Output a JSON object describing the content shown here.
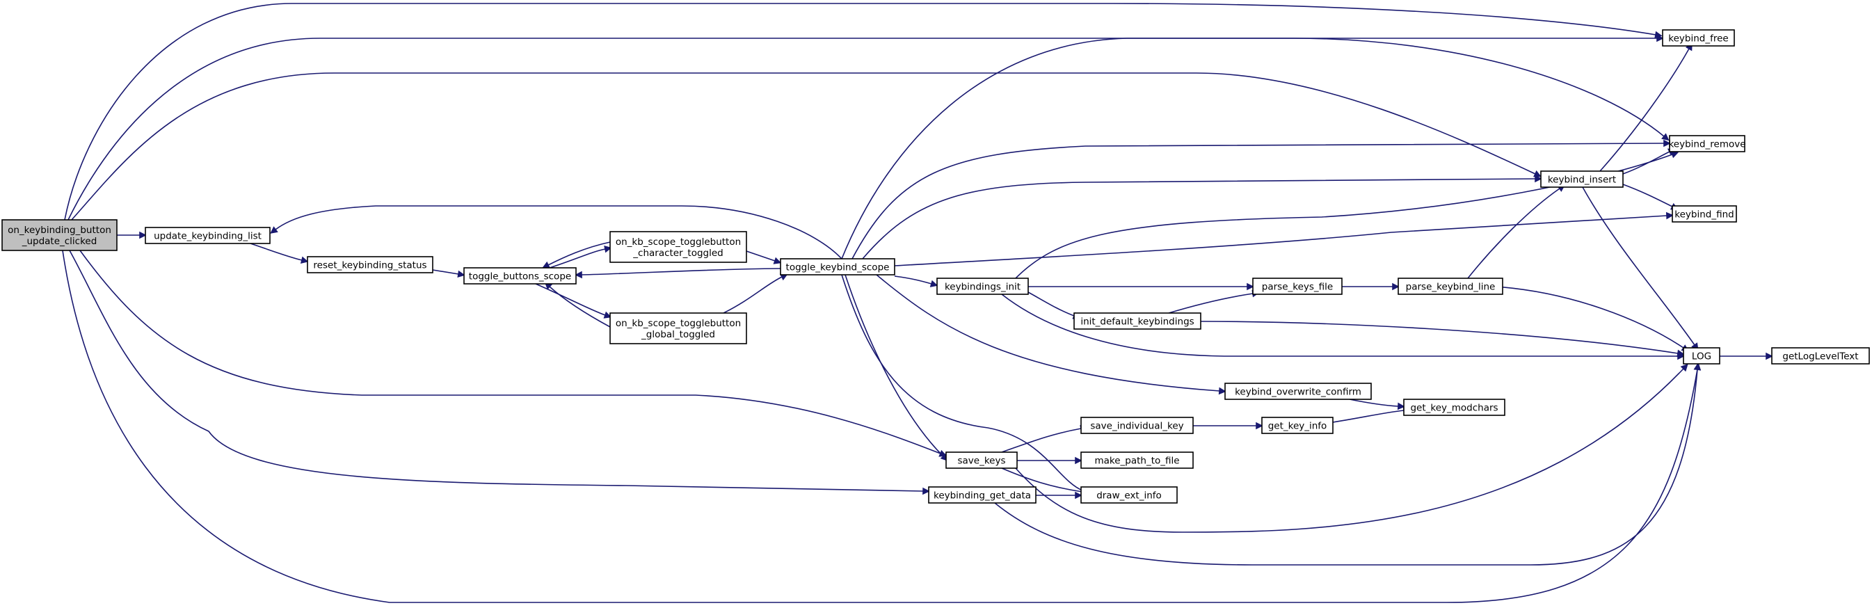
{
  "nodes": [
    {
      "id": "on_keybinding_button_update_clicked",
      "lines": [
        "on_keybinding_button",
        "_update_clicked"
      ],
      "root": true
    },
    {
      "id": "update_keybinding_list",
      "lines": [
        "update_keybinding_list"
      ]
    },
    {
      "id": "reset_keybinding_status",
      "lines": [
        "reset_keybinding_status"
      ]
    },
    {
      "id": "toggle_buttons_scope",
      "lines": [
        "toggle_buttons_scope"
      ]
    },
    {
      "id": "on_kb_scope_togglebutton_character_toggled",
      "lines": [
        "on_kb_scope_togglebutton",
        "_character_toggled"
      ]
    },
    {
      "id": "on_kb_scope_togglebutton_global_toggled",
      "lines": [
        "on_kb_scope_togglebutton",
        "_global_toggled"
      ]
    },
    {
      "id": "toggle_keybind_scope",
      "lines": [
        "toggle_keybind_scope"
      ]
    },
    {
      "id": "keybindings_init",
      "lines": [
        "keybindings_init"
      ]
    },
    {
      "id": "init_default_keybindings",
      "lines": [
        "init_default_keybindings"
      ]
    },
    {
      "id": "parse_keys_file",
      "lines": [
        "parse_keys_file"
      ]
    },
    {
      "id": "parse_keybind_line",
      "lines": [
        "parse_keybind_line"
      ]
    },
    {
      "id": "keybind_insert",
      "lines": [
        "keybind_insert"
      ]
    },
    {
      "id": "keybind_free",
      "lines": [
        "keybind_free"
      ]
    },
    {
      "id": "keybind_remove",
      "lines": [
        "keybind_remove"
      ]
    },
    {
      "id": "keybind_find",
      "lines": [
        "keybind_find"
      ]
    },
    {
      "id": "LOG",
      "lines": [
        "LOG"
      ]
    },
    {
      "id": "getLogLevelText",
      "lines": [
        "getLogLevelText"
      ]
    },
    {
      "id": "keybind_overwrite_confirm",
      "lines": [
        "keybind_overwrite_confirm"
      ]
    },
    {
      "id": "get_key_modchars",
      "lines": [
        "get_key_modchars"
      ]
    },
    {
      "id": "save_individual_key",
      "lines": [
        "save_individual_key"
      ]
    },
    {
      "id": "get_key_info",
      "lines": [
        "get_key_info"
      ]
    },
    {
      "id": "save_keys",
      "lines": [
        "save_keys"
      ]
    },
    {
      "id": "make_path_to_file",
      "lines": [
        "make_path_to_file"
      ]
    },
    {
      "id": "draw_ext_info",
      "lines": [
        "draw_ext_info"
      ]
    },
    {
      "id": "keybinding_get_data",
      "lines": [
        "keybinding_get_data"
      ]
    }
  ],
  "edges": [
    [
      "on_keybinding_button_update_clicked",
      "update_keybinding_list"
    ],
    [
      "on_keybinding_button_update_clicked",
      "keybind_free"
    ],
    [
      "on_keybinding_button_update_clicked",
      "keybind_remove"
    ],
    [
      "on_keybinding_button_update_clicked",
      "keybind_insert"
    ],
    [
      "on_keybinding_button_update_clicked",
      "save_keys"
    ],
    [
      "on_keybinding_button_update_clicked",
      "keybinding_get_data"
    ],
    [
      "on_keybinding_button_update_clicked",
      "LOG"
    ],
    [
      "update_keybinding_list",
      "reset_keybinding_status"
    ],
    [
      "reset_keybinding_status",
      "toggle_buttons_scope"
    ],
    [
      "toggle_buttons_scope",
      "on_kb_scope_togglebutton_character_toggled"
    ],
    [
      "toggle_buttons_scope",
      "on_kb_scope_togglebutton_global_toggled"
    ],
    [
      "on_kb_scope_togglebutton_character_toggled",
      "toggle_buttons_scope"
    ],
    [
      "on_kb_scope_togglebutton_global_toggled",
      "toggle_buttons_scope"
    ],
    [
      "on_kb_scope_togglebutton_character_toggled",
      "toggle_keybind_scope"
    ],
    [
      "on_kb_scope_togglebutton_global_toggled",
      "toggle_keybind_scope"
    ],
    [
      "toggle_keybind_scope",
      "toggle_buttons_scope"
    ],
    [
      "toggle_keybind_scope",
      "update_keybinding_list"
    ],
    [
      "toggle_keybind_scope",
      "keybind_free"
    ],
    [
      "toggle_keybind_scope",
      "keybind_remove"
    ],
    [
      "toggle_keybind_scope",
      "keybind_insert"
    ],
    [
      "toggle_keybind_scope",
      "keybind_find"
    ],
    [
      "toggle_keybind_scope",
      "keybindings_init"
    ],
    [
      "toggle_keybind_scope",
      "keybind_overwrite_confirm"
    ],
    [
      "toggle_keybind_scope",
      "save_keys"
    ],
    [
      "toggle_keybind_scope",
      "draw_ext_info"
    ],
    [
      "keybindings_init",
      "keybind_remove"
    ],
    [
      "keybindings_init",
      "parse_keys_file"
    ],
    [
      "keybindings_init",
      "init_default_keybindings"
    ],
    [
      "keybindings_init",
      "LOG"
    ],
    [
      "init_default_keybindings",
      "parse_keys_file"
    ],
    [
      "init_default_keybindings",
      "LOG"
    ],
    [
      "parse_keys_file",
      "parse_keybind_line"
    ],
    [
      "parse_keybind_line",
      "keybind_insert"
    ],
    [
      "parse_keybind_line",
      "LOG"
    ],
    [
      "keybind_insert",
      "keybind_free"
    ],
    [
      "keybind_insert",
      "keybind_remove"
    ],
    [
      "keybind_insert",
      "keybind_find"
    ],
    [
      "keybind_insert",
      "LOG"
    ],
    [
      "LOG",
      "getLogLevelText"
    ],
    [
      "keybind_overwrite_confirm",
      "get_key_modchars"
    ],
    [
      "save_keys",
      "save_individual_key"
    ],
    [
      "save_keys",
      "make_path_to_file"
    ],
    [
      "save_keys",
      "draw_ext_info"
    ],
    [
      "save_keys",
      "LOG"
    ],
    [
      "save_individual_key",
      "get_key_info"
    ],
    [
      "get_key_info",
      "get_key_modchars"
    ],
    [
      "keybinding_get_data",
      "draw_ext_info"
    ],
    [
      "keybinding_get_data",
      "LOG"
    ]
  ]
}
